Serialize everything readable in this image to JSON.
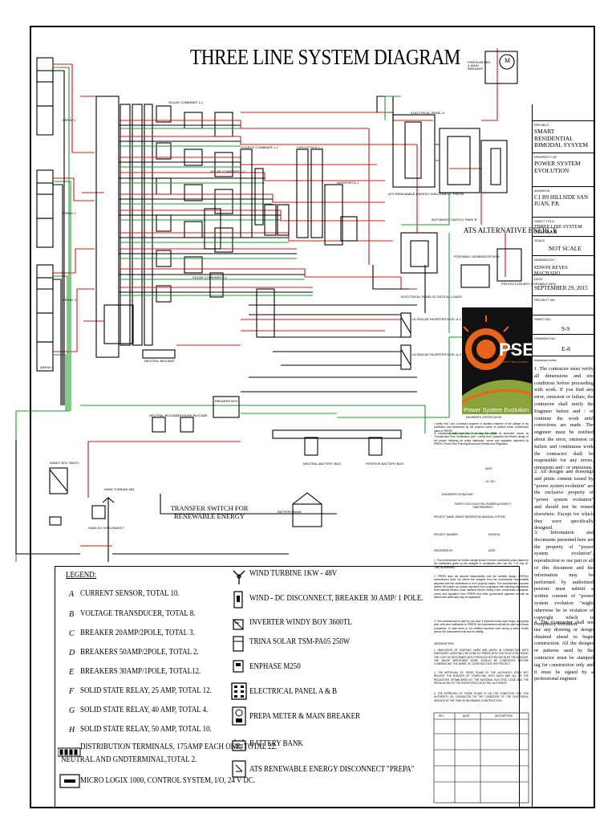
{
  "title": "THREE LINE SYSTEM DIAGRAM",
  "top_right_labels": {
    "prepa_meter": "PREPA METER & MAIN BREAKER",
    "meter_symbol": "M"
  },
  "diagram_labels": {
    "solar_combiner_1": "SOLAR COMBINER 1-1",
    "solar_combiner_2": "SOLAR COMBINER 1-2",
    "solar_combiner_3": "SOLAR COMBINER 3-1",
    "source_combiner": "SOURCE COMBINER 1-1",
    "circuit_bus": "CIRCUIT BUS 1-1",
    "inverter_1": "INVERTER A-1",
    "neutral_bus": "NEUTRAL BUS BAR",
    "neutral_bus_2": "NEUTRAL BUS BAR",
    "ground_bus": "GROUND BUS BAR",
    "breaker_box": "BREAKER BOX",
    "electrical_panel_a": "ELECTRICAL PANEL A",
    "electrical_panel_b": "ELECTRICAL PANEL B CRITICAL LOADS",
    "ats_renewable": "ATS RENEWABLE ENERGY DISCONNECT 'PREPA'",
    "ats_alt": "ATS ALTERNATIVE ENERGY",
    "auto_switch": "AUTOMATIC SWITCH 'PARK B'",
    "portable_gen": "PORTABLE GENERATOR 5KW",
    "protection_box": "PROTECTION BOX PORTABLE GEN",
    "ultracap_1": "ULTRACAP INVERTER MOD. A-1",
    "ultracap_2": "ULTRACAP INVERTER MOD. A-2",
    "neutral_battery_bus": "NEUTRAL BATTERY BUS",
    "positive_battery_bus": "POSITIVE BATTERY BUS",
    "battery_bank": "BATTERY BANK",
    "windy_boy": "WINDY BOY 3600TL",
    "wind_turbine": "WIND TURBINE 48V",
    "wind_disconnect": "WIND DC DISCONNECT",
    "transfer_switch": "TRANSFER SWITCH FOR RENEWABLE ENERGY",
    "array_labels": [
      "ARRAY 1",
      "ARRAY 2",
      "ARRAY 3",
      "ARRAY 4"
    ]
  },
  "title_block": {
    "project_label": "PROJECT",
    "project": "SMART RESIDENTIAL BIMODAL SYSYEM",
    "property_label": "PROPERTY OF",
    "property": "POWER SYSTEM EVOLUTION",
    "address_label": "ADDRESS",
    "address": "C1 B9 HILLSIDE SAN JUAN, P.R.",
    "sheet_title_label": "SHEET TITLE",
    "sheet_title": "THREE LINE SYSTEM DIAGRAM",
    "scale_label": "SCALE",
    "scale": "NOT SCALE",
    "drawn_label": "DRAWING BY",
    "drawn": "EDWIN REYES MACHADO",
    "date_label": "DATE",
    "date": "SEPTEMBER 29, 2015",
    "project_no_label": "PROJECT NO.",
    "sheet_no_label": "SHEET NO.",
    "sheet_no": "9-9",
    "drawing_no_label": "DRAWING NO.",
    "drawing_no": "E-8",
    "notes_label": "Important notes",
    "notes": [
      "1. The contractor must verify all dimensions and site conditions before proceeding with work. If you find any error, omission or failure, the contractor shall notify the Engineer before and / or continue the work until corrections are made. The engineer must be notified about the error, omission or failure and continuous work the contractor shall be responsible for any errors, omissions and / or omissions.",
      "2. All designs and drawings and prints content issued by \"power system evolution\" are the exclusive property of \"power system evolution\" and should not be reused elsewhere. Except for which they were specifically designed.",
      "3. Information and documents presented here are the property of \"power system evolution\", reproduction or use part or all of this document and the information may be performed by authorized persons must submit a written consent of \"power system evolution \"might otherwise be in violation of copyright which is completely forbidden.",
      "4. The Contractor shall not use any drawing or design obtained ahead to begin construction. All the designs or patterns used by the contractor must be stamped tag for construction only and it must be signed by a professional engineer."
    ]
  },
  "logo": {
    "letters": "PSE",
    "tagline": "Green Future is here",
    "name": "Power System Evolution"
  },
  "certification": {
    "heading": "ENGINEER'S CERTIFICATION",
    "text_1": "I certify that I am a licensed engineer or architect member of the college of my profession and authorized by the project's owner to present these construction plans to PREPA.",
    "text_2": "In compliance with Law No. 7 of July 19, 1985, as amended, known as \"Construction Plan Certification Law\" I certify that I prepared the electric design of the project following all codes standards, norms and regulation approved by PREPA, Puerto Rico Planning Board and Permits and Regulation.",
    "date_label": "DATE:",
    "lic_label": "LIC. NO.:",
    "signature_label": "ENGINEER'S SIGNATURE",
    "prepa_header": "PUERTO RICO ELECTRIC POWER AUTHORITY ENDORSEMENT",
    "project_name_label": "PROJECT NAME: SMART RESIDENTIAL BIMODAL SYSTEM",
    "project_number_label": "PROJECT NUMBER:",
    "division_label": "DIVISION:",
    "endorsed_label": "ENDORSED BY:",
    "date2_label": "DATE:",
    "text_3": "1. This endorsement for electric design shown in these construction plans based on the certification given by the designer in compliance with Law No. 7 of July 19, 1985 as amended.",
    "text_4": "2. PREPA does not assume responsibility over the certified design. PREPA's endorsement does not relieve the designer from the professional responsibility assumed with the certification or from property claims. This endorsement assumes neither the builder nor person exposure from compliance with standing dispositions from National Electric Code, National Electric Safety Code, construction standards, norms and regulation from PREPA and other government agencies as well as federal and state laws may be applicable.",
    "text_5": "3. This endorsement is valid for one year. If electrical works have begun during that year, with prior notification to PREPA, the endorsement will still be valid until works completion. In case there is not certified electrical work during a twelve month period, the endorsement will lose its validity.",
    "observations_label": "OBSERVATIONS",
    "obs_1": "1. INDICATION OF EXISTING LINES ARE WORK IN CONNECTION WITH ENERGIZED LINES WILL BE DONE BY PREPA WITH THE SOLICITOR PAYING THE COST AS DESCRIBED WITH PREVIOUS NOTIFICATION BY THE BUILDER. THE ABOVE MENTIONED WORK SHOULD BE COMPLETED BEFORE COMMENCING THE WORK OF CONSTRUCTION THE PROJECT.",
    "obs_2": "2. THE APPROVAL OF THESE PLANS BY THE AUTHORITY DOES NOT RELIEVE THE BUILDER OF COMPLYING WITH EACH AND ALL OF THE REQUISITES ESTABLISHED BY THE NATIONAL ELECTRIC CODE AND THE REGULATION OF THE PUERTO RICO ELECTRIC AUTHORITY.",
    "obs_3": "3. THE APPROVAL OF THESE PLANS IS ON THE CONDITION THAT THE AUTHORITY AS CONSULTED ON THE CONDITION OF THE ELECTRICAL SERVICE AT THE TIME OF BEGINNING CONSTRUCTION.",
    "table_headers": [
      "REV",
      "DATE",
      "DESCRIPTION"
    ]
  },
  "legend": {
    "heading": "LEGEND:",
    "left_items": [
      {
        "sym": "A",
        "text": "CURRENT SENSOR, TOTAL 10."
      },
      {
        "sym": "B",
        "text": "VOLTAGE TRANSDUCER, TOTAL 8."
      },
      {
        "sym": "C",
        "text": "BREAKER 20AMP/2POLE, TOTAL 3."
      },
      {
        "sym": "D",
        "text": "BREAKERS 50AMP/2POLE, TOTAL 2."
      },
      {
        "sym": "E",
        "text": "BREAKERS 30AMP/1POLE, TOTAL12."
      },
      {
        "sym": "F",
        "text": "SOLID STATE RELAY, 25 AMP, TOTAL 12."
      },
      {
        "sym": "G",
        "text": "SOLID STATE RELAY, 40 AMP, TOTAL 4."
      },
      {
        "sym": "H",
        "text": "SOLID STATE RELAY, 50 AMP, TOTAL 10."
      }
    ],
    "distribution_line_1": "DISTRIBUTION TERMINALS, 175AMP EACH ONE, TOTAL 22.",
    "distribution_line_2": "NEUTRAL     AND GNDTERMINAL,TOTAL  2.",
    "micrologix": "MICRO LOGIX 1000, CONTROL SYSTEM, I/O, 24 V DC.",
    "right_items": [
      {
        "icon": "wind-turbine-icon",
        "text": "WIND TURBINE 1KW - 48V"
      },
      {
        "icon": "wind-disconnect-icon",
        "text": "WIND - DC DISCONNECT, BREAKER 30 AMP/ 1 POLE."
      },
      {
        "icon": "inverter-icon",
        "text": "INVERTER WINDY BOY 3600TL"
      },
      {
        "icon": "solar-panel-icon",
        "text": "TRINA SOLAR TSM-PA05 250W"
      },
      {
        "icon": "microinverter-icon",
        "text": "ENPHASE M250"
      },
      {
        "icon": "electrical-panel-icon",
        "text": "ELECTRICAL PANEL A & B"
      },
      {
        "icon": "meter-icon",
        "text": "PREPA METER & MAIN BREAKER"
      },
      {
        "icon": "battery-icon",
        "text": "BATTERY BANK"
      },
      {
        "icon": "ats-icon",
        "text": "ATS RENEWABLE ENERGY DISCONNECT \"PREPA\""
      }
    ]
  },
  "colors": {
    "line_black": "#000000",
    "line_red": "#d11a1a",
    "line_green": "#1f9a2a",
    "line_white": "#ffffff",
    "logo_orange": "#e8641c",
    "logo_bg": "#111111"
  }
}
